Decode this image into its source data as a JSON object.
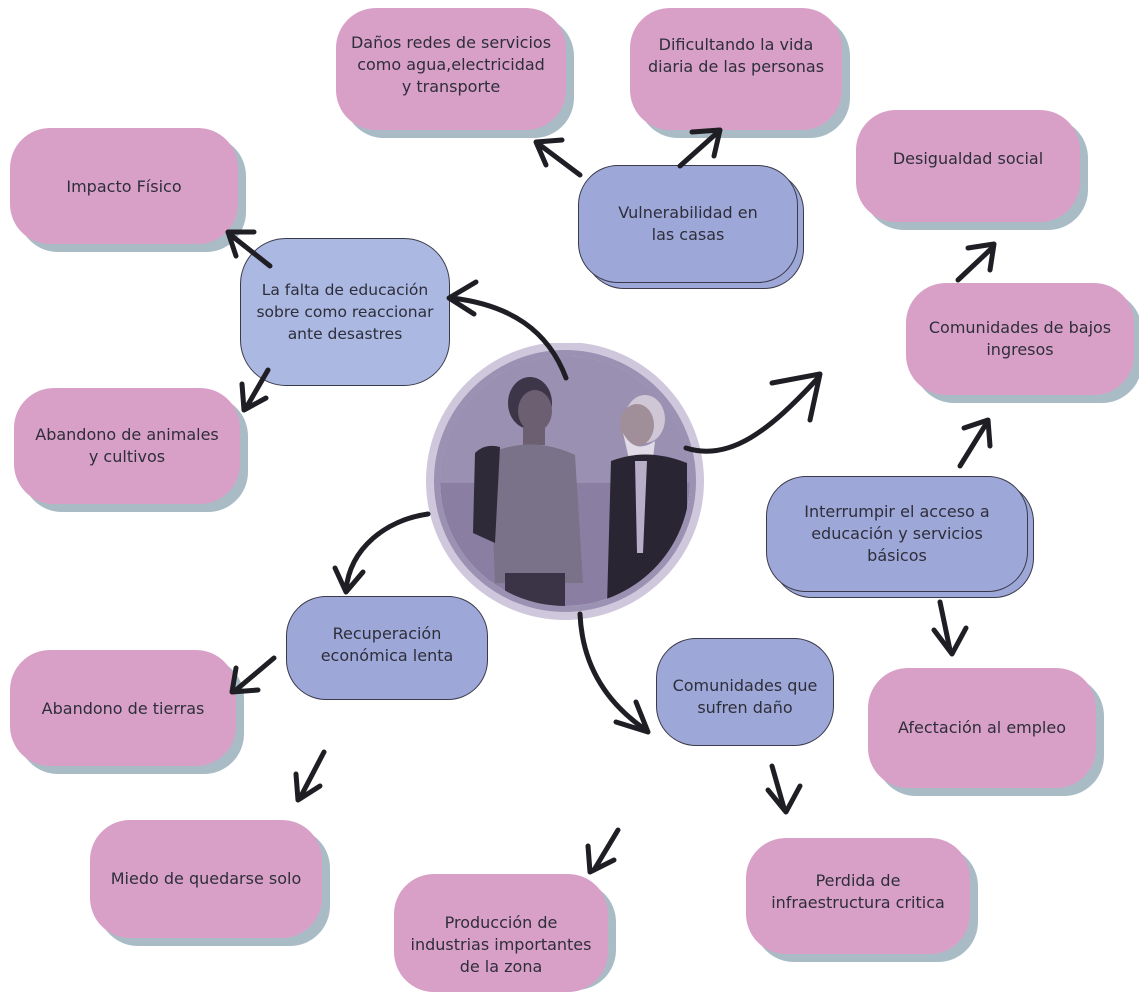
{
  "colors": {
    "pink_box": "#d8a0c7",
    "blue_box": "#9ea8d8",
    "shadow": "#a9bcc6",
    "arrow": "#1e1e24",
    "photo_tint": "#8a7fa3"
  },
  "center": {
    "image_label": "photo-two-men-talking-icon"
  },
  "nodes": {
    "vulnerabilidad": "Vulnerabilidad en las casas",
    "falta_educacion": "La falta de educación sobre como reaccionar ante desastres",
    "interrumpir": "Interrumpir el acceso a educación y servicios básicos",
    "recuperacion": "Recuperación económica lenta",
    "comunidades_dano": "Comunidades que sufren daño",
    "danos_redes": "Daños redes de servicios como agua,electricidad y transporte",
    "dificultando": "Dificultando la vida diaria de las personas",
    "desigualdad": "Desigualdad social",
    "bajos_ingresos": "Comunidades de bajos ingresos",
    "impacto": "Impacto Físico",
    "abandono_animales": "Abandono de animales y cultivos",
    "abandono_tierras": "Abandono de tierras",
    "miedo": "Miedo de quedarse solo",
    "produccion": "Producción de industrias importantes de  la zona",
    "perdida": "Perdida de infraestructura critica",
    "empleo": "Afectación al empleo"
  }
}
